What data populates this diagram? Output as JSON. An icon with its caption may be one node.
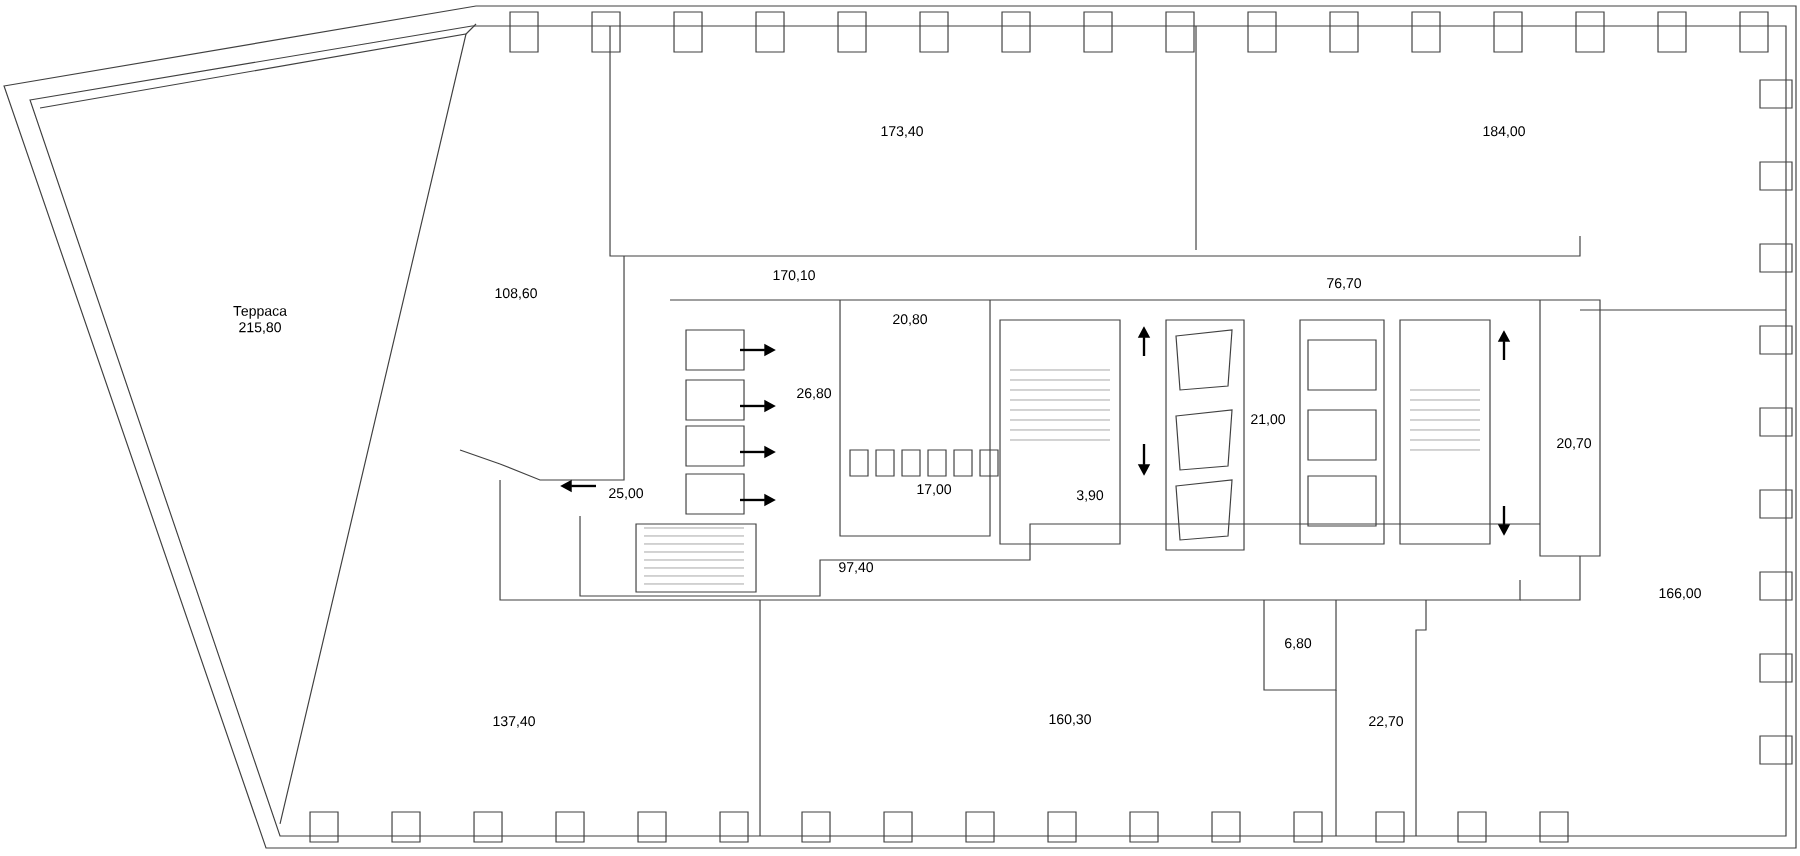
{
  "diagram": {
    "labels": [
      "173,40",
      "184,00",
      "170,10",
      "76,70",
      "108,60",
      "Терраса 215,80",
      "20,80",
      "26,80",
      "21,00",
      "20,70",
      "25,00",
      "17,00",
      "3,90",
      "97,40",
      "166,00",
      "6,80",
      "137,40",
      "160,30",
      "22,70"
    ]
  }
}
